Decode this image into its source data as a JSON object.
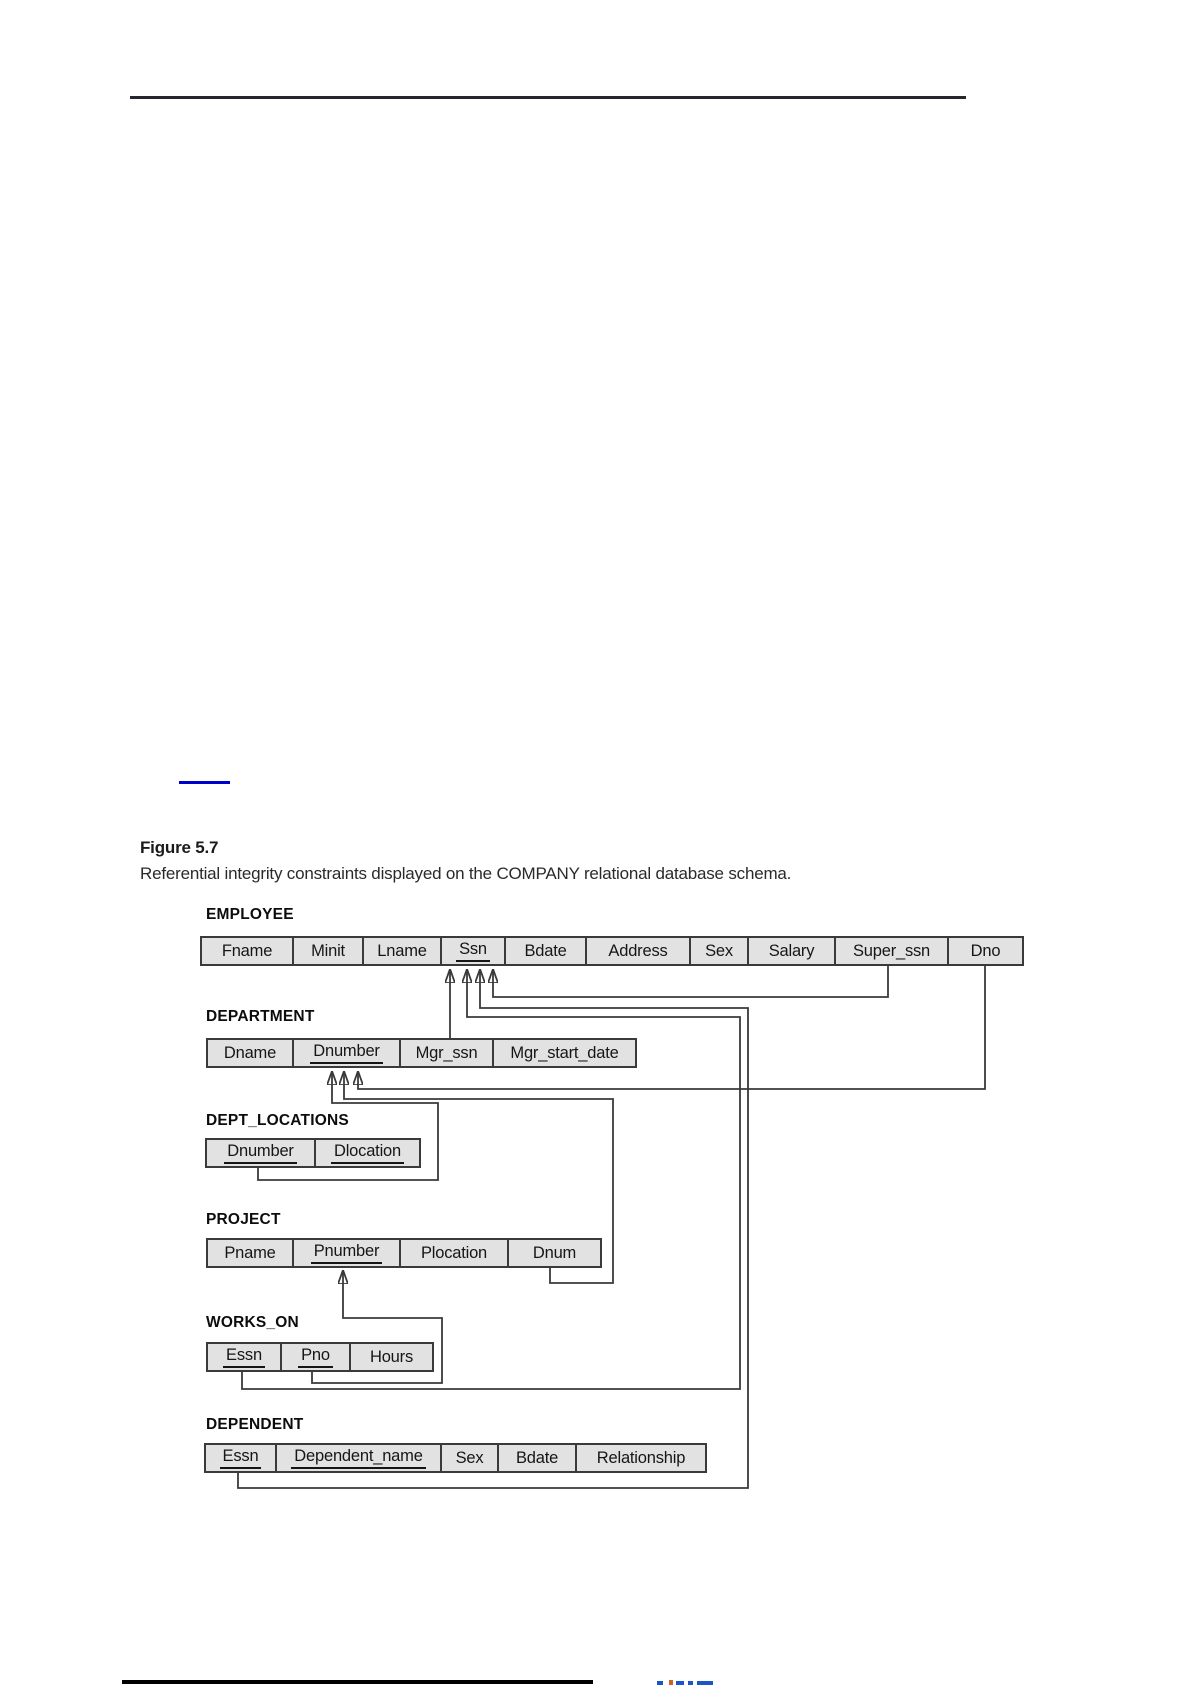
{
  "figure": {
    "label": "Figure 5.7",
    "caption": "Referential integrity constraints displayed on the COMPANY relational database schema."
  },
  "diagram": {
    "tables": [
      {
        "name": "EMPLOYEE",
        "attributes": [
          {
            "text": "Fname",
            "key": false
          },
          {
            "text": "Minit",
            "key": false
          },
          {
            "text": "Lname",
            "key": false
          },
          {
            "text": "Ssn",
            "key": true
          },
          {
            "text": "Bdate",
            "key": false
          },
          {
            "text": "Address",
            "key": false
          },
          {
            "text": "Sex",
            "key": false
          },
          {
            "text": "Salary",
            "key": false
          },
          {
            "text": "Super_ssn",
            "key": false
          },
          {
            "text": "Dno",
            "key": false
          }
        ]
      },
      {
        "name": "DEPARTMENT",
        "attributes": [
          {
            "text": "Dname",
            "key": false
          },
          {
            "text": "Dnumber",
            "key": true
          },
          {
            "text": "Mgr_ssn",
            "key": false
          },
          {
            "text": "Mgr_start_date",
            "key": false
          }
        ]
      },
      {
        "name": "DEPT_LOCATIONS",
        "attributes": [
          {
            "text": "Dnumber",
            "key": true
          },
          {
            "text": "Dlocation",
            "key": true
          }
        ]
      },
      {
        "name": "PROJECT",
        "attributes": [
          {
            "text": "Pname",
            "key": false
          },
          {
            "text": "Pnumber",
            "key": true
          },
          {
            "text": "Plocation",
            "key": false
          },
          {
            "text": "Dnum",
            "key": false
          }
        ]
      },
      {
        "name": "WORKS_ON",
        "attributes": [
          {
            "text": "Essn",
            "key": true
          },
          {
            "text": "Pno",
            "key": true
          },
          {
            "text": "Hours",
            "key": false
          }
        ]
      },
      {
        "name": "DEPENDENT",
        "attributes": [
          {
            "text": "Essn",
            "key": true
          },
          {
            "text": "Dependent_name",
            "key": true
          },
          {
            "text": "Sex",
            "key": false
          },
          {
            "text": "Bdate",
            "key": false
          },
          {
            "text": "Relationship",
            "key": false
          }
        ]
      }
    ],
    "relationships": [
      {
        "from": "EMPLOYEE.Super_ssn",
        "to": "EMPLOYEE.Ssn"
      },
      {
        "from": "DEPARTMENT.Mgr_ssn",
        "to": "EMPLOYEE.Ssn"
      },
      {
        "from": "WORKS_ON.Essn",
        "to": "EMPLOYEE.Ssn"
      },
      {
        "from": "DEPENDENT.Essn",
        "to": "EMPLOYEE.Ssn"
      },
      {
        "from": "EMPLOYEE.Dno",
        "to": "DEPARTMENT.Dnumber"
      },
      {
        "from": "DEPT_LOCATIONS.Dnumber",
        "to": "DEPARTMENT.Dnumber"
      },
      {
        "from": "PROJECT.Dnum",
        "to": "DEPARTMENT.Dnumber"
      },
      {
        "from": "WORKS_ON.Pno",
        "to": "PROJECT.Pnumber"
      }
    ],
    "colors": {
      "cell_fill": "#e2e2e2",
      "line": "#3a3a3a",
      "arrowhead": "#000000",
      "link_blue": "#0000cc"
    }
  }
}
